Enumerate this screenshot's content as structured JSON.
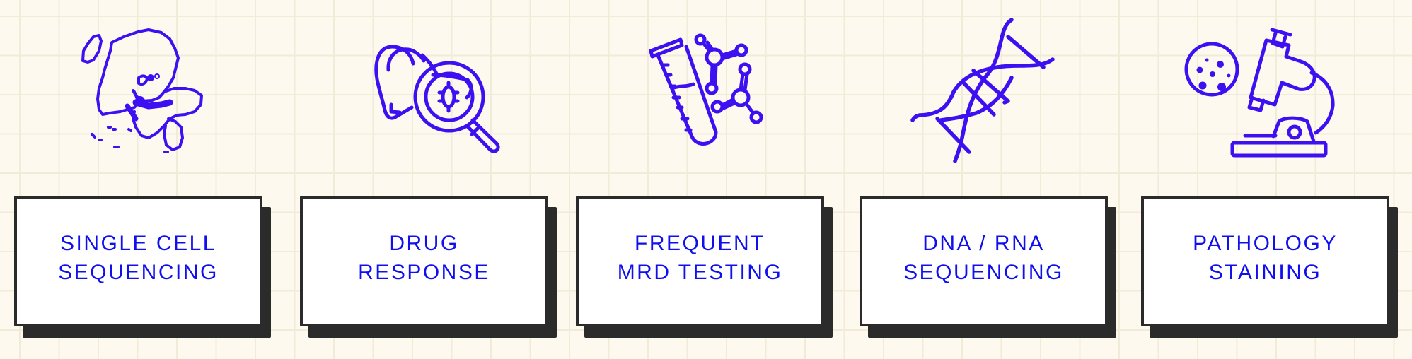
{
  "colors": {
    "icon": "#3d10f2",
    "text": "#1010ee",
    "card_border": "#2b2b2b",
    "background": "#fdf9ee",
    "grid": "#f1ecd8"
  },
  "items": [
    {
      "label": "SINGLE CELL\nSEQUENCING",
      "icon": "single-cell-cluster-icon"
    },
    {
      "label": "DRUG\nRESPONSE",
      "icon": "ear-magnifier-bug-icon"
    },
    {
      "label": "FREQUENT\nMRD TESTING",
      "icon": "test-tube-molecule-icon"
    },
    {
      "label": "DNA / RNA\nSEQUENCING",
      "icon": "dna-helix-icon"
    },
    {
      "label": "PATHOLOGY\nSTAINING",
      "icon": "microscope-icon"
    }
  ]
}
